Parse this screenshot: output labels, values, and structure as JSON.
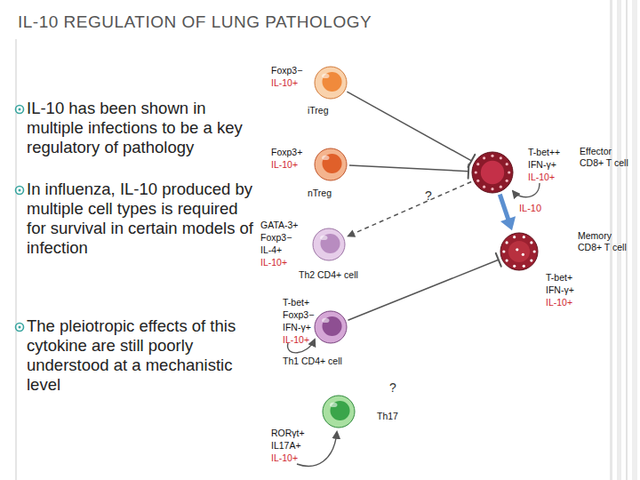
{
  "diagram": {
    "title": "IL-10 REGULATION OF LUNG PATHOLOGY",
    "nodes": [
      {
        "text": [
          "Foxp3−",
          "IL-10+",
          "iTreg"
        ]
      },
      {
        "text": [
          "Foxp3+",
          "IL-10+",
          "nTreg"
        ]
      },
      {
        "text": [
          "GATA-3+",
          "Foxp3−",
          "IL-4+",
          "IL-10+",
          "Th2 CD4+ cell"
        ]
      },
      {
        "text": [
          "T-bet+",
          "Foxp3−",
          "IFN-γ+",
          "IL-10+",
          "Th1 CD4+ cell"
        ]
      },
      {
        "text": [
          "RORγt+",
          "IL17A+",
          "IL-10+",
          "Th17"
        ]
      },
      {
        "text": [
          "T-bet++",
          "IFN-γ+",
          "IL-10+",
          "Effector CD8+ T cell"
        ]
      },
      {
        "text": [
          "T-bet+",
          "IFN-γ+",
          "IL-10+",
          "Memory CD8+ T cell"
        ]
      }
    ],
    "edges": [
      {
        "from": 0,
        "to": 5,
        "arrow": "to"
      },
      {
        "from": 1,
        "to": 5,
        "arrow": "to"
      },
      {
        "from": 5,
        "to": 2,
        "arrow": "to",
        "label": "?"
      },
      {
        "from": 3,
        "to": 6,
        "arrow": "to"
      },
      {
        "from": 5,
        "to": 6,
        "arrow": "to",
        "label": "IL-10"
      }
    ],
    "labels": [
      "IL-10 has been shown in multiple infections to be a key regulatory of pathology",
      "In influenza, IL-10 produced by multiple cell types is required for survival in certain models of infection",
      "The pleiotropic effects of this cytokine are still poorly understood at a mechanistic level",
      "?"
    ]
  }
}
